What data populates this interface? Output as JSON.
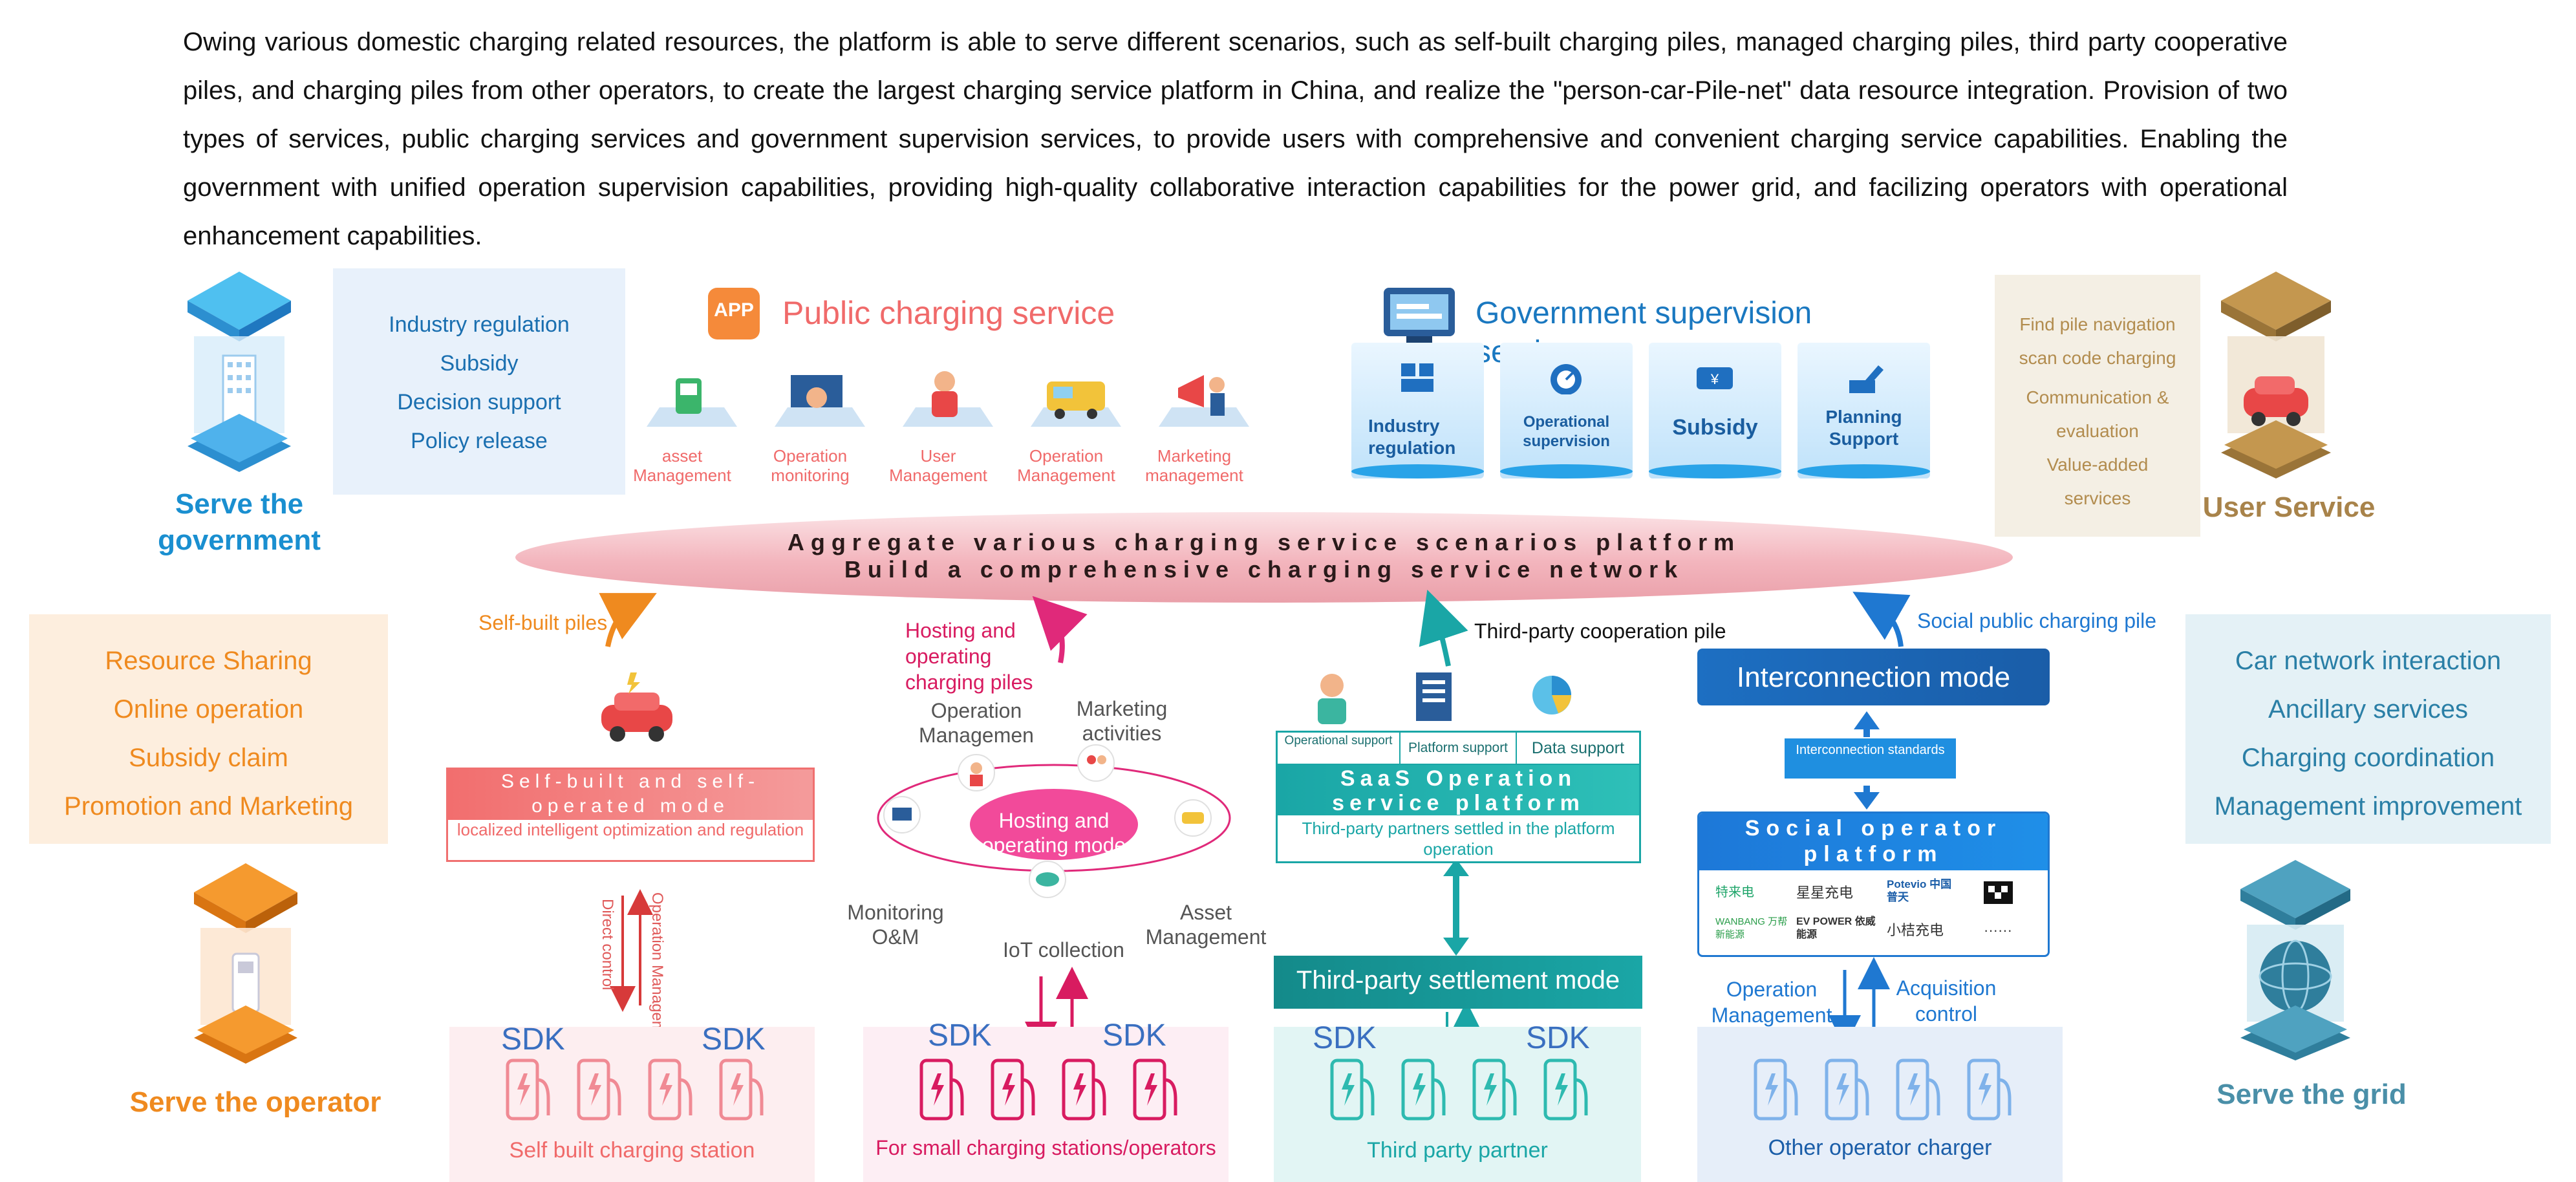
{
  "intro": {
    "text": "Owing  various domestic charging related resources, the platform is able to serve different scenarios, such as self-built charging piles, managed charging piles, third party cooperative piles, and charging piles from other operators, to create the largest charging service platform in China, and realize the \"person-car-Pile-net\" data resource integration. Provision of two types of services, public charging services and government supervision services, to provide users with comprehensive and convenient charging service capabilities. Enabling the government with unified operation supervision capabilities, providing high-quality collaborative interaction capabilities for the power grid, and facilizing operators with operational enhancement capabilities."
  },
  "colors": {
    "government": "#1a8fd0",
    "user": "#a8834a",
    "operator": "#ef8a1f",
    "grid": "#4a8fa8",
    "public": "#f06a6a",
    "teal": "#1aa6a6",
    "magenta": "#e0297a",
    "blue": "#1f78d1"
  },
  "government": {
    "label": "Serve the government",
    "items": [
      "Industry regulation",
      "Subsidy",
      "Decision support",
      "Policy release"
    ]
  },
  "public_service": {
    "title": "Public charging service",
    "app_badge": "APP",
    "items": [
      "asset Management",
      "Operation monitoring",
      "User Management",
      "Operation Management",
      "Marketing management"
    ]
  },
  "gov_supervision": {
    "title": "Government supervision services",
    "items": [
      "Industry regulation",
      "Operational supervision",
      "Subsidy",
      "Planning Support"
    ]
  },
  "user": {
    "label": "User Service",
    "items": [
      "Find pile navigation",
      "scan code charging",
      "Communication & evaluation",
      "Value-added services"
    ]
  },
  "platform": {
    "line1": "Aggregate various charging service scenarios platform",
    "line2": "Build a comprehensive charging service network"
  },
  "operator": {
    "label": "Serve the operator",
    "items": [
      "Resource Sharing",
      "Online operation",
      "Subsidy claim",
      "Promotion and Marketing"
    ]
  },
  "grid": {
    "label": "Serve the grid",
    "items": [
      "Car network interaction",
      "Ancillary services",
      "Charging coordination",
      "Management improvement"
    ]
  },
  "self_built": {
    "arrow_label": "Self-built piles",
    "mode_title": "Self-built and self-operated mode",
    "mode_desc": "localized intelligent optimization and regulation",
    "direct": "Direct control",
    "opmgmt": "Operation Management",
    "sdk": "SDK",
    "station": "Self built charging station"
  },
  "hosting": {
    "arrow_label": "Hosting and operating charging piles",
    "center": "Hosting and operating mode",
    "nodes": [
      "Operation Managemen",
      "Marketing activities",
      "Monitoring O&M",
      "IoT collection",
      "Asset Management"
    ],
    "sdk": "SDK",
    "station": "For small charging stations/operators"
  },
  "third_party": {
    "arrow_label": "Third-party cooperation pile",
    "tabs": [
      "Operational support",
      "Platform support",
      "Data support"
    ],
    "saas_title": "SaaS Operation service platform",
    "saas_desc": "Third-party partners settled in the platform operation",
    "settlement": "Third-party settlement mode",
    "sdk": "SDK",
    "station": "Third party partner"
  },
  "interconnection": {
    "arrow_label": "Social public charging pile",
    "mode": "Interconnection mode",
    "standards": "Interconnection standards",
    "social_title": "Social operator platform",
    "logos": [
      "特来电",
      "星星充电",
      "Potevio 中国普天",
      "",
      "WANBANG 万帮新能源",
      "EV POWER 依威能源",
      "小桔充电",
      "······"
    ],
    "op_mgmt": "Operation Management",
    "acquisition": "Acquisition control",
    "station": "Other operator charger"
  }
}
